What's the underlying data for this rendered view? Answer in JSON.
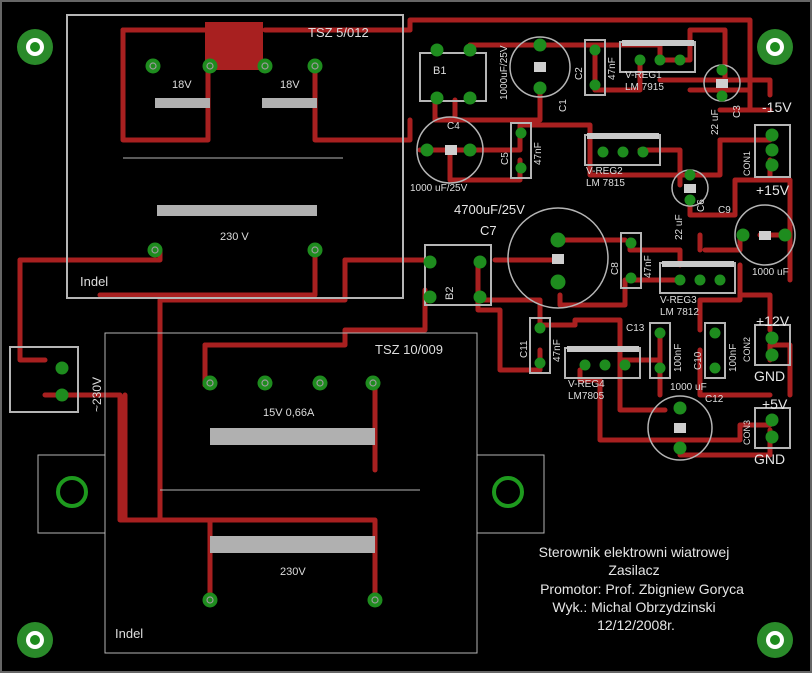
{
  "board": {
    "background": "#000000",
    "trace_color": "#b22222",
    "pad_color": "#1e7a1e",
    "silk_color": "#d9d9d9",
    "outline_color": "#b0b0b0"
  },
  "transformers": {
    "t1": {
      "name": "TSZ 5/012",
      "sec_left": "18V",
      "sec_right": "18V",
      "primary": "230 V",
      "maker": "Indel"
    },
    "t2": {
      "name": "TSZ 10/009",
      "secondary": "15V 0,66A",
      "primary": "230V",
      "maker": "Indel"
    }
  },
  "components": {
    "b1": "B1",
    "b2": "B2",
    "c1_value": "1000uF/25V",
    "c1": "C1",
    "c2": "C2",
    "c2_value": "47nF",
    "vreg1": "V-REG1",
    "vreg1_type": "LM 7915",
    "c3": "C3",
    "c3_value": "22 uF",
    "c4": "C4",
    "c4_value": "1000 uF/25V",
    "c5": "C5",
    "c5_value": "47nF",
    "vreg2": "V-REG2",
    "vreg2_type": "LM 7815",
    "c6": "C6",
    "c6_value": "22 uF",
    "c7_value": "4700uF/25V",
    "c7": "C7",
    "c8": "C8",
    "c8_value": "47nF",
    "c9": "C9",
    "c9_value": "1000 uF",
    "vreg3": "V-REG3",
    "vreg3_type": "LM 7812",
    "c10": "C10",
    "c10_value": "100nF",
    "c11": "C11",
    "c11_value": "47nF",
    "c12": "C12",
    "c13": "C13",
    "c13_value": "100nF",
    "c12_value": "1000 uF",
    "vreg4": "V-REG4",
    "vreg4_type": "LM7805",
    "con1": "CON1",
    "con2": "CON2",
    "con3": "CON3",
    "mains": "~230V"
  },
  "outputs": {
    "neg15": "-15V",
    "pos15": "+15V",
    "pos12": "+12V",
    "gnd_a": "GND",
    "pos5": "+5V",
    "gnd_b": "GND"
  },
  "title_block": {
    "line1": "Sterownik elektrowni wiatrowej",
    "line2": "Zasilacz",
    "line3": "Promotor: Prof. Zbigniew Goryca",
    "line4": "Wyk.: Michal Obrzydzinski",
    "line5": "12/12/2008r."
  }
}
